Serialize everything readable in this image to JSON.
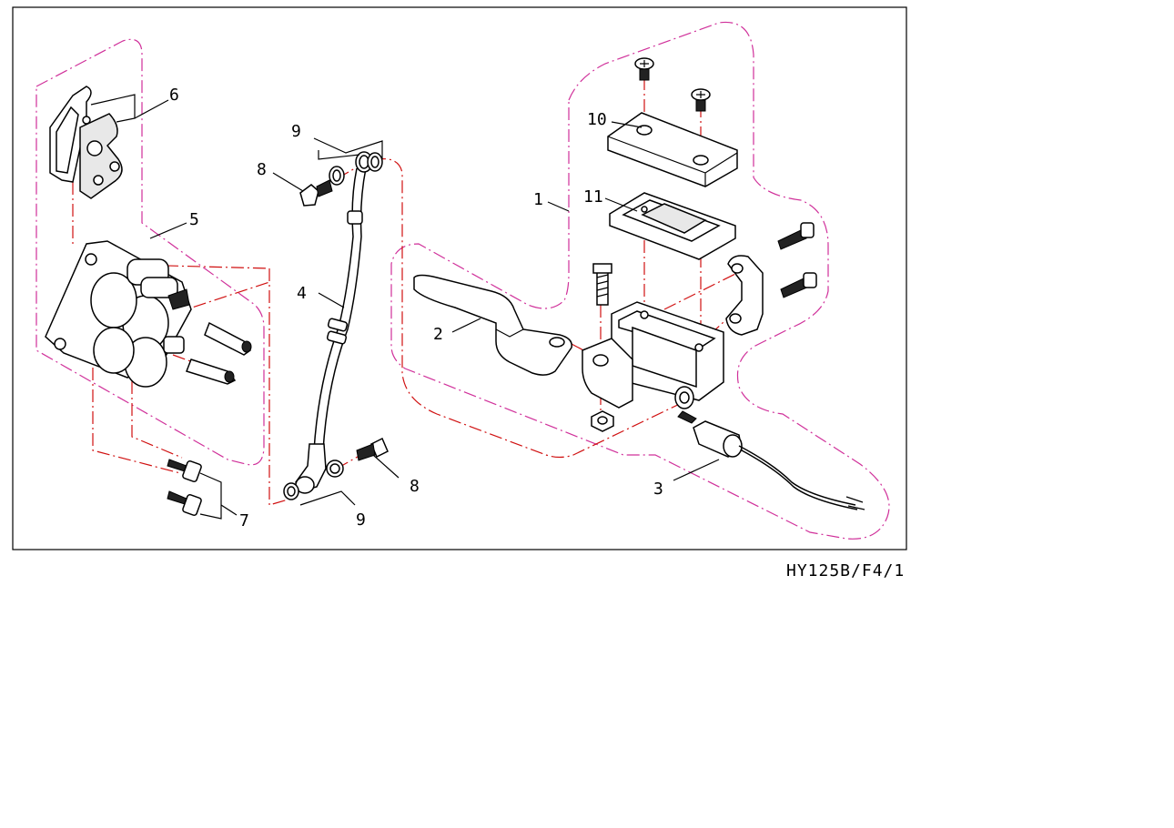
{
  "callouts": {
    "p1": "1",
    "p2": "2",
    "p3": "3",
    "p4": "4",
    "p5": "5",
    "p6": "6",
    "p7": "7",
    "p8a": "8",
    "p8b": "8",
    "p9a": "9",
    "p9b": "9",
    "p10": "10",
    "p11": "11"
  },
  "caption": "HY125B/F4/1",
  "colors": {
    "group_outline": "#d0309a",
    "assembly_line": "#d01010"
  }
}
